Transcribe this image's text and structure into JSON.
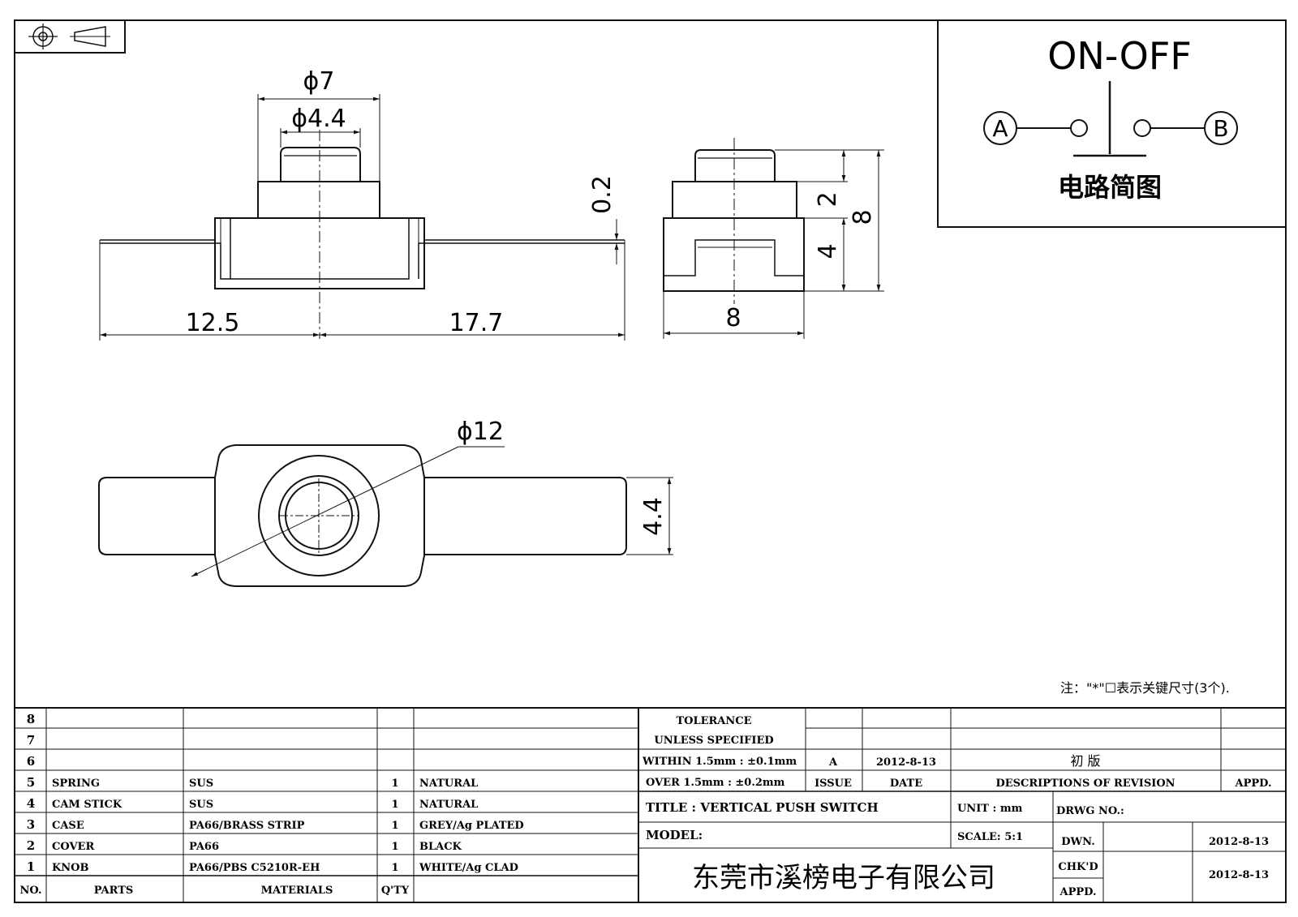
{
  "schematic": {
    "title": "ON-OFF",
    "terminal_a": "A",
    "terminal_b": "B",
    "caption": "电路简图"
  },
  "dimensions": {
    "knob_outer": "ϕ7",
    "knob_inner": "ϕ4.4",
    "gap": "0.2",
    "left_length": "12.5",
    "right_length": "17.7",
    "side_width": "8",
    "side_top": "2",
    "side_bottom": "4",
    "side_total": "8",
    "body_diameter": "ϕ12",
    "strip_width": "4.4"
  },
  "note": "注：\"*\"☐表示关键尺寸(3个).",
  "parts_table": {
    "empty_rows": [
      "8",
      "7",
      "6"
    ],
    "rows": [
      {
        "no": "5",
        "part": "SPRING",
        "material": "SUS",
        "qty": "1",
        "finish": "NATURAL"
      },
      {
        "no": "4",
        "part": "CAM STICK",
        "material": "SUS",
        "qty": "1",
        "finish": "NATURAL"
      },
      {
        "no": "3",
        "part": "CASE",
        "material": "PA66/BRASS STRIP",
        "qty": "1",
        "finish": "GREY/Ag PLATED"
      },
      {
        "no": "2",
        "part": "COVER",
        "material": "PA66",
        "qty": "1",
        "finish": "BLACK"
      },
      {
        "no": "1",
        "part": "KNOB",
        "material": "PA66/PBS C5210R-EH",
        "qty": "1",
        "finish": "WHITE/Ag CLAD"
      }
    ],
    "header": {
      "no": "NO.",
      "parts": "PARTS",
      "materials": "MATERIALS",
      "qty": "Q'TY"
    }
  },
  "title_block": {
    "tolerance_1": "TOLERANCE",
    "tolerance_2": "UNLESS  SPECIFIED",
    "within": "WITHIN 1.5mm : ±0.1mm",
    "over": "OVER 1.5mm : ±0.2mm",
    "issue_value": "A",
    "date_value": "2012-8-13",
    "revision_value": "初   版",
    "issue_label": "ISSUE",
    "date_label": "DATE",
    "descriptions_label": "DESCRIPTIONS OF REVISION",
    "appd_label": "APPD.",
    "title": "TITLE :  VERTICAL PUSH SWITCH",
    "unit": "UNIT :  mm",
    "drwg_no": "DRWG NO.:",
    "model": "MODEL:",
    "scale": "SCALE:  5:1",
    "dwn": "DWN.",
    "dwn_date": "2012-8-13",
    "chkd": "CHK'D",
    "chkd_date": "2012-8-13",
    "appd": "APPD.",
    "company": "东莞市溪榜电子有限公司"
  }
}
